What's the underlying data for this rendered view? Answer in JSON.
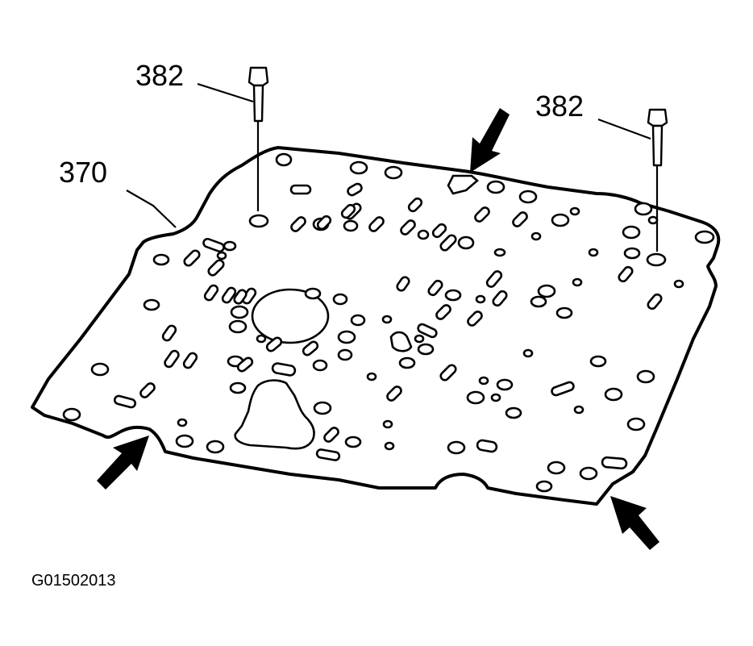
{
  "labels": {
    "bolt_left": "382",
    "bolt_right": "382",
    "plate": "370",
    "figure_id": "G01502013"
  },
  "colors": {
    "ink": "#000000",
    "paper": "#ffffff"
  },
  "icons": {
    "arrows": [
      "arrow-icon",
      "arrow-icon",
      "arrow-icon"
    ]
  }
}
